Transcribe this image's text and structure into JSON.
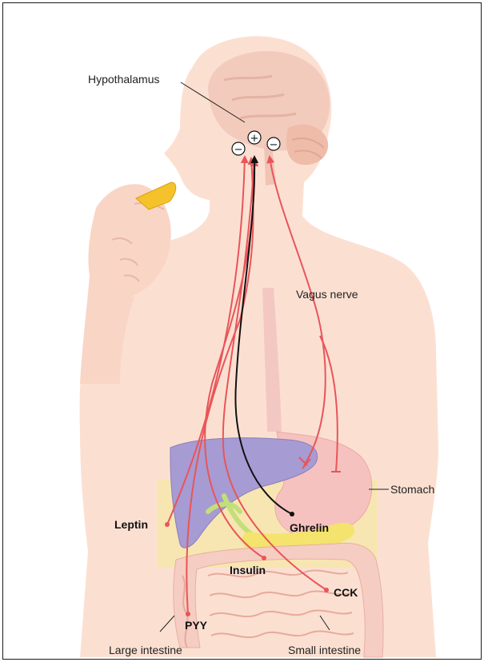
{
  "labels": {
    "hypothalamus": "Hypothalamus",
    "vagus_nerve": "Vagus nerve",
    "stomach": "Stomach",
    "leptin": "Leptin",
    "ghrelin": "Ghrelin",
    "insulin": "Insulin",
    "cck": "CCK",
    "pyy": "PYY",
    "large_intestine": "Large intestine",
    "small_intestine": "Small intestine"
  },
  "signs": {
    "plus": "+",
    "minus_left": "−",
    "minus_right": "−"
  },
  "colors": {
    "skin": "#fbe0d2",
    "brain": "#f2cbbd",
    "liver": "#a79bd3",
    "stomach": "#f6c2bf",
    "intestine": "#f6cdc2",
    "fat": "#f6e8a5",
    "bile": "#ecea7a",
    "inhibitory_pathway": "#e8555a",
    "stimulatory_pathway": "#111111",
    "food": "#f5c22b"
  }
}
